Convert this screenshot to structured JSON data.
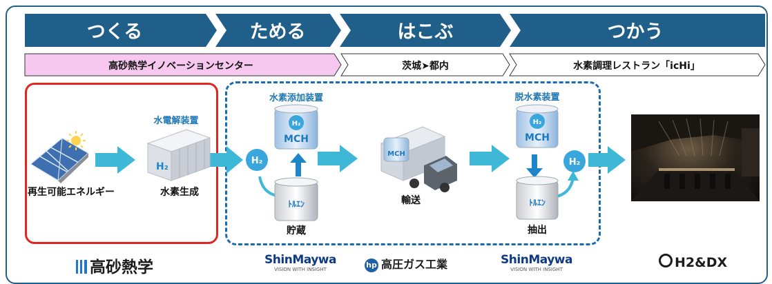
{
  "stages": [
    {
      "title": "つくる",
      "sublabel": "高砂熱学イノベーションセンター"
    },
    {
      "title": "ためる",
      "sublabel": ""
    },
    {
      "title": "はこぶ",
      "sublabel": "茨城➤都内"
    },
    {
      "title": "つかう",
      "sublabel": "水素調理レストラン「icHi」"
    }
  ],
  "produce": {
    "device_label": "水電解装置",
    "renewable_label": "再生可能エネルギー",
    "generation_label": "水素生成",
    "electrolyzer_mark": "H₂"
  },
  "store": {
    "device_label": "水素添加装置",
    "storage_label": "貯蔵",
    "h2_mark": "H₂",
    "mch_label": "MCH",
    "toluene_label": "ﾄﾙｴﾝ"
  },
  "transport": {
    "label": "輸送",
    "mch_label": "MCH"
  },
  "use": {
    "device_label": "脱水素装置",
    "extract_label": "抽出",
    "h2_mark": "H₂",
    "mch_label": "MCH",
    "toluene_label": "ﾄﾙｴﾝ"
  },
  "logos": {
    "takasago": "高砂熱学",
    "shinmaywa_1": "ShinMaywa",
    "shinmaywa_1_tagline": "VISION WITH INSIGHT",
    "koatsu_gas": "高圧ガス工業",
    "koatsu_mark": "hp",
    "shinmaywa_2": "ShinMaywa",
    "shinmaywa_2_tagline": "VISION WITH INSIGHT",
    "h2dx": "H2&DX"
  },
  "colors": {
    "stage_fill": "#1f5f8a",
    "pink_band": "#f7c8ef",
    "arrow": "#3fb8d8",
    "h2_circle": "#3aa6de",
    "red_box": "#e0261e",
    "dash_box": "#1b6bb0"
  }
}
